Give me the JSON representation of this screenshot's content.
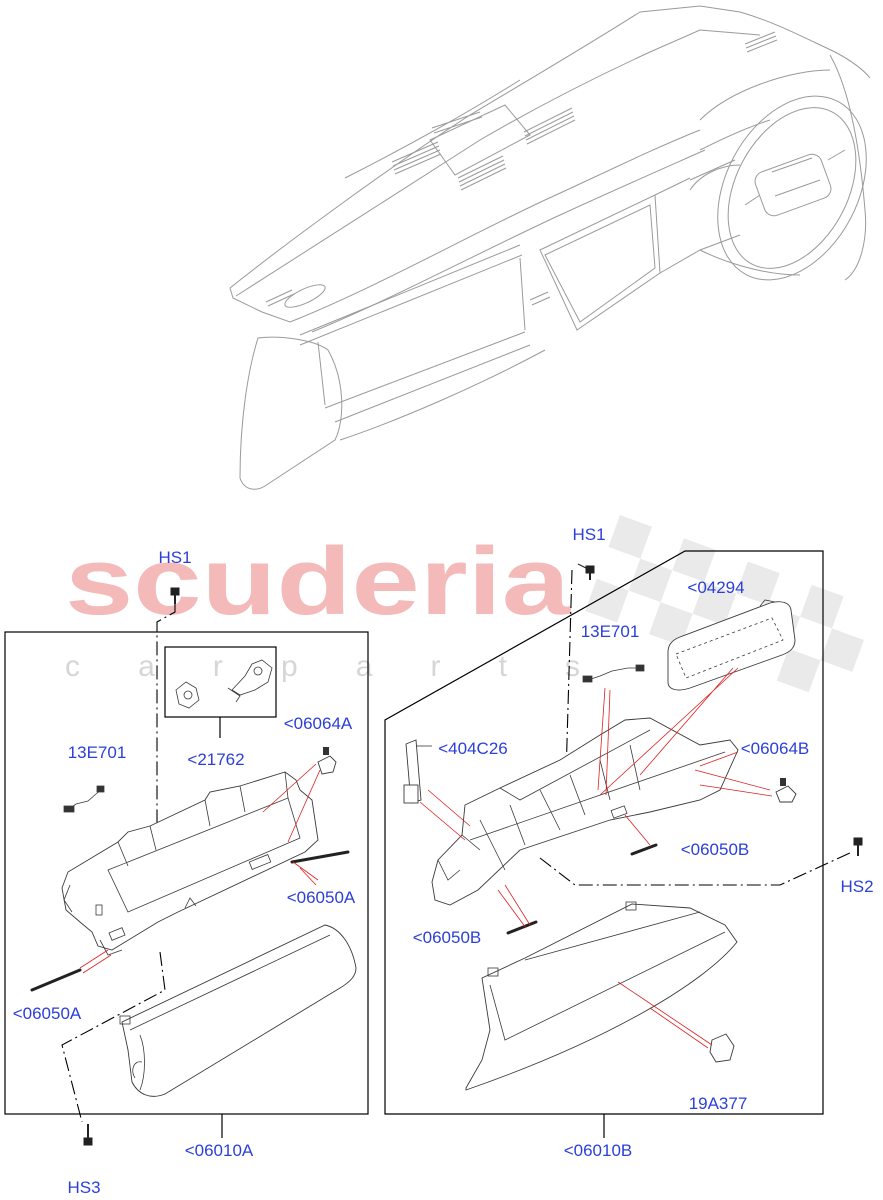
{
  "watermark": {
    "brand": "scuderia",
    "tagline": "carparts"
  },
  "colors": {
    "label": "#2b3fd9",
    "leader": "#e01f1f",
    "watermark_brand": "#f4b9b9",
    "watermark_tagline": "#d6d6d6",
    "frame": "#000000",
    "drawing": "#9a9a9a"
  },
  "left_group": {
    "bolt_top": "HS1",
    "harness": "13E701",
    "bracket": "<06064A",
    "clip_kit": "<21762",
    "rod_upper": "<06050A",
    "rod_lower": "<06050A",
    "assembly": "<06010A",
    "bolt_bottom": "HS3"
  },
  "right_group": {
    "bolt_top": "HS1",
    "panel": "<04294",
    "harness": "13E701",
    "damper": "<404C26",
    "bracket": "<06064B",
    "rod_upper": "<06050B",
    "bolt_side": "HS2",
    "rod_lower": "<06050B",
    "latch": "19A377",
    "assembly": "<06010B"
  }
}
